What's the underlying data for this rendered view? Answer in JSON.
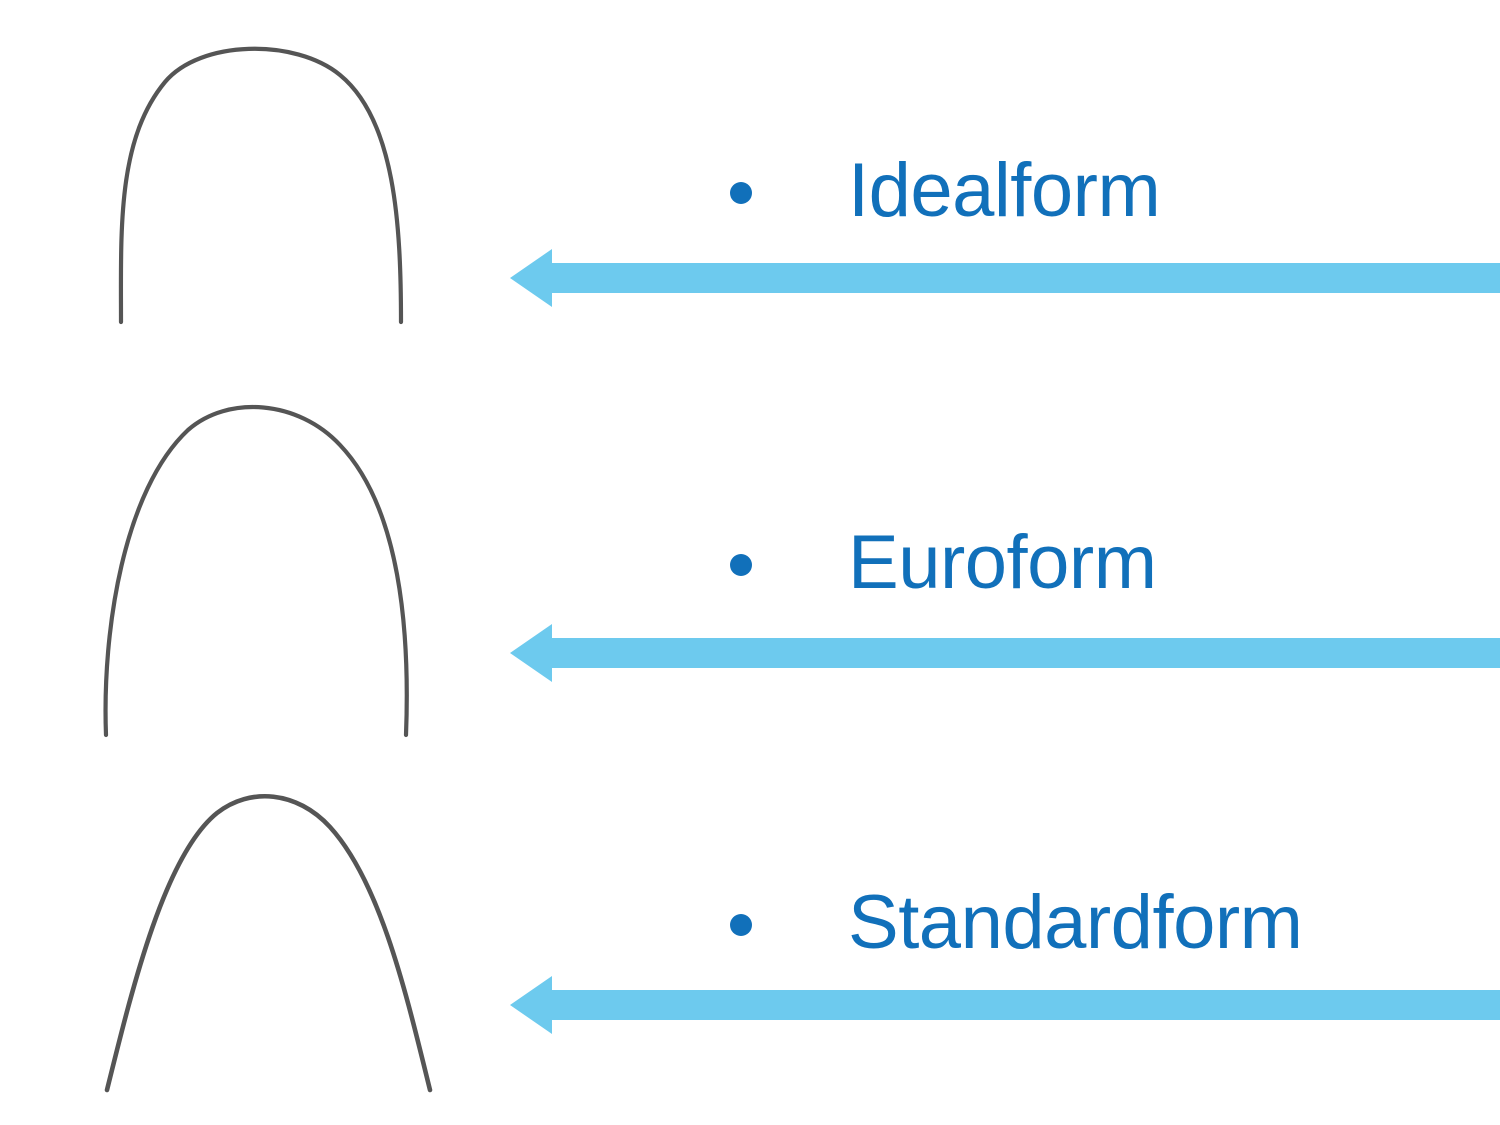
{
  "slide": {
    "background_color": "#ffffff",
    "accent_text_color": "#1170ba",
    "arrow_color": "#6dcaee",
    "wire_color": "#555555"
  },
  "rows": [
    {
      "id": "idealform",
      "label": "Idealform",
      "bullet_icon": "bullet-dot-icon",
      "arrow_icon": "left-arrow-icon",
      "wire_icon": "archwire-ideal-icon",
      "wire_description": "Broad archwire with near-vertical legs and a flat rounded apex"
    },
    {
      "id": "euroform",
      "label": "Euroform",
      "bullet_icon": "bullet-dot-icon",
      "arrow_icon": "left-arrow-icon",
      "wire_icon": "archwire-euro-icon",
      "wire_description": "Ovoid archwire with evenly rounded curvature"
    },
    {
      "id": "standardform",
      "label": "Standardform",
      "bullet_icon": "bullet-dot-icon",
      "arrow_icon": "left-arrow-icon",
      "wire_icon": "archwire-standard-icon",
      "wire_description": "Tapered archwire with flared straight legs and narrow apex"
    }
  ]
}
